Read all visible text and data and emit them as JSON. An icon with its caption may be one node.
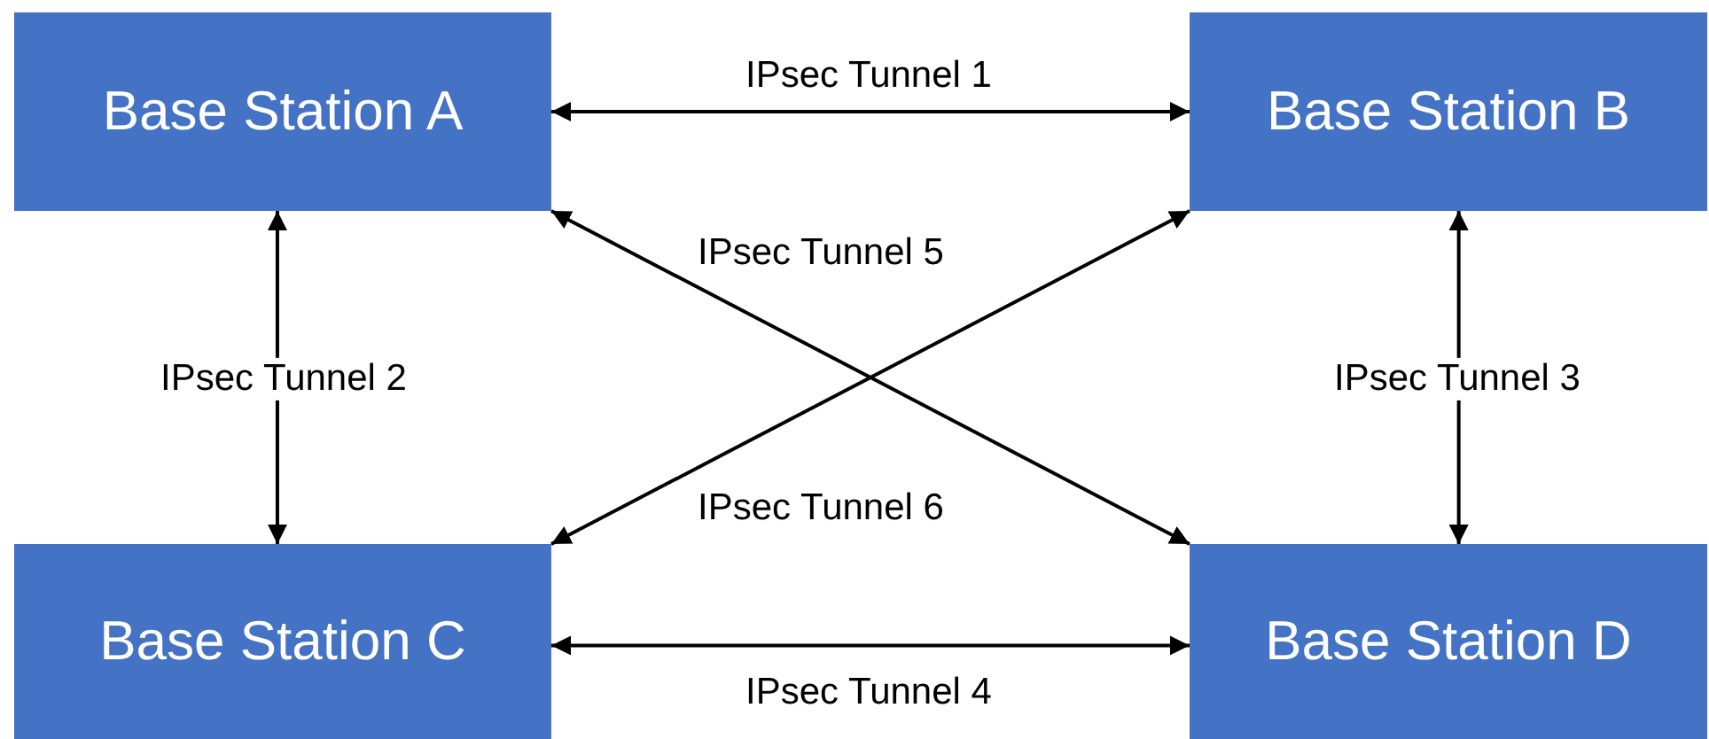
{
  "diagram": {
    "nodes": [
      {
        "text": [
          "Base Station A"
        ]
      },
      {
        "text": [
          "Base Station B"
        ]
      },
      {
        "text": [
          "Base Station C"
        ]
      },
      {
        "text": [
          "Base Station D"
        ]
      }
    ],
    "edges": [
      {
        "from": 0,
        "to": 1,
        "arrow": "both",
        "label": "IPsec Tunnel 1"
      },
      {
        "from": 0,
        "to": 2,
        "arrow": "both",
        "label": "IPsec Tunnel 2"
      },
      {
        "from": 1,
        "to": 3,
        "arrow": "both",
        "label": "IPsec Tunnel 3"
      },
      {
        "from": 2,
        "to": 3,
        "arrow": "both",
        "label": "IPsec Tunnel 4"
      },
      {
        "from": 0,
        "to": 3,
        "arrow": "both",
        "label": "IPsec Tunnel 5"
      },
      {
        "from": 1,
        "to": 2,
        "arrow": "both",
        "label": "IPsec Tunnel 6"
      }
    ]
  }
}
